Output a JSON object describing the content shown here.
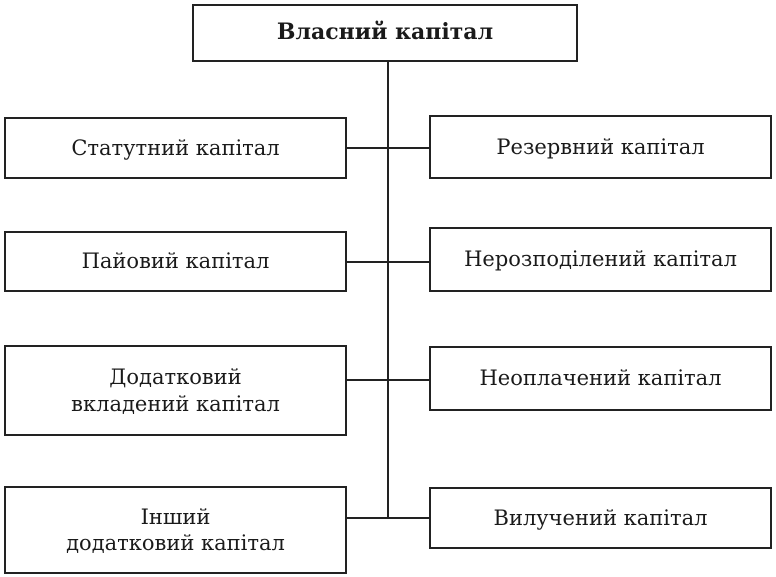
{
  "root": {
    "label": "Власний капітал"
  },
  "left_items": [
    {
      "line1": "Статутний капітал",
      "line2": ""
    },
    {
      "line1": "Пайовий капітал",
      "line2": ""
    },
    {
      "line1": "Додатковий",
      "line2": "вкладений капітал"
    },
    {
      "line1": "Інший",
      "line2": "додатковий капітал"
    }
  ],
  "right_items": [
    {
      "label": "Резервний капітал"
    },
    {
      "label": "Нерозподілений капітал"
    },
    {
      "label": "Неоплачений капітал"
    },
    {
      "label": "Вилучений капітал"
    }
  ]
}
